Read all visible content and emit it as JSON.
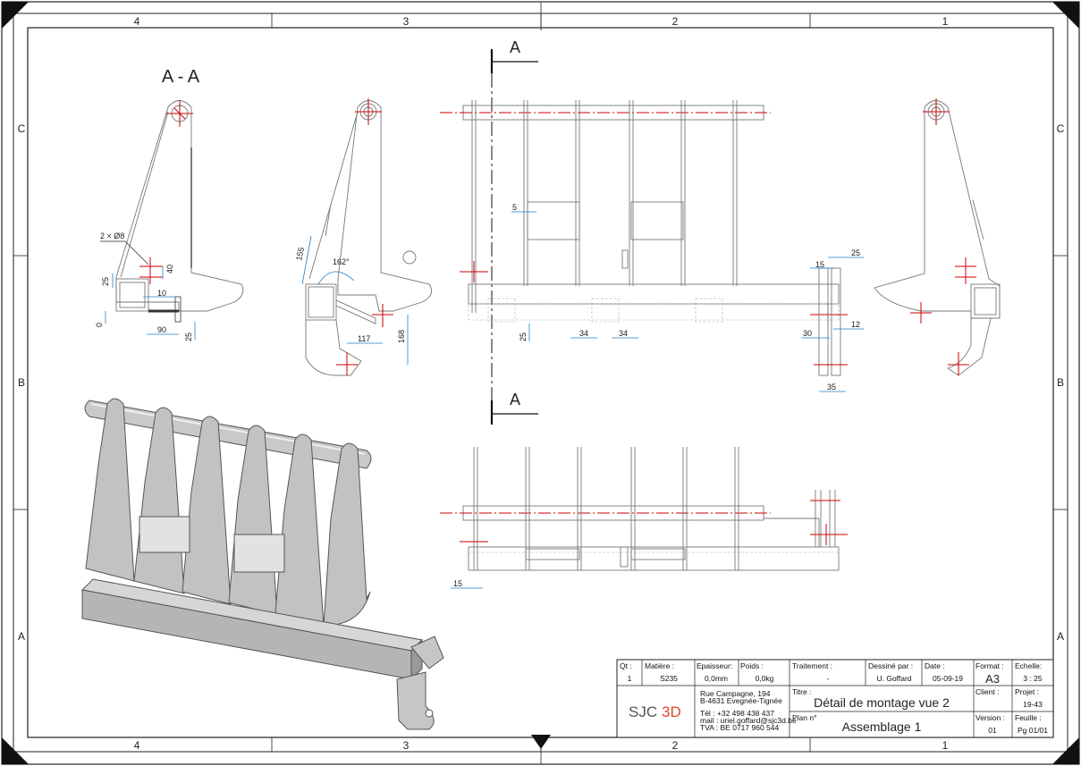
{
  "frame": {
    "col_labels_top": [
      "4",
      "3",
      "2",
      "1"
    ],
    "col_labels_bottom": [
      "4",
      "3",
      "2",
      "1"
    ],
    "row_labels_left": [
      "C",
      "B",
      "A"
    ],
    "row_labels_right": [
      "C",
      "B",
      "A"
    ]
  },
  "views": {
    "section_title": "A - A",
    "section_marker_top": "A",
    "section_marker_bottom": "A"
  },
  "dimensions": {
    "holes": "2 × Ø8",
    "d40": "40",
    "d25a": "25",
    "d10": "10",
    "d0": "0",
    "d90": "90",
    "d25b": "25",
    "d155": "155",
    "angle162": "162°",
    "d117": "117",
    "d168": "168",
    "d5": "5",
    "d25c": "25",
    "d34a": "34",
    "d34b": "34",
    "d15a": "15",
    "d25d": "25",
    "d30": "30",
    "d12": "12",
    "d35": "35",
    "d15b": "15"
  },
  "title_block": {
    "qt_label": "Qt :",
    "qt_value": "1",
    "matiere_label": "Matière :",
    "matiere_value": "S235",
    "epaisseur_label": "Epaisseur:",
    "epaisseur_value": "0,0mm",
    "poids_label": "Poids :",
    "poids_value": "0,0kg",
    "traitement_label": "Traitement :",
    "traitement_value": "-",
    "dessine_label": "Dessiné par :",
    "dessine_value": "U. Goffard",
    "date_label": "Date :",
    "date_value": "05-09-19",
    "format_label": "Format :",
    "format_value": "A3",
    "echelle_label": "Echelle:",
    "echelle_value": "3 : 25",
    "company_addr1": "Rue Campagne, 194",
    "company_addr2": "B-4631 Evegnée-Tignée",
    "company_tel": "Tél : +32 498 438 437",
    "company_mail": "mail : uriel.goffard@sjc3d.be",
    "company_tva": "TVA : BE 0717 960 544",
    "logo_text_left": "SJC",
    "logo_text_right": "3D",
    "titre_label": "Titre :",
    "titre_value": "Détail de montage vue 2",
    "client_label": "Client :",
    "client_value": "",
    "projet_label": "Projet :",
    "projet_value": "19-43",
    "plan_label": "Plan n°",
    "plan_value": "Assemblage 1",
    "version_label": "Version :",
    "version_value": "01",
    "feuille_label": "Feuille :",
    "feuille_value": "Pg  01/01"
  },
  "colors": {
    "dimension": "#1e7fc8",
    "centerline": "#cc0000",
    "frame": "#222222"
  }
}
